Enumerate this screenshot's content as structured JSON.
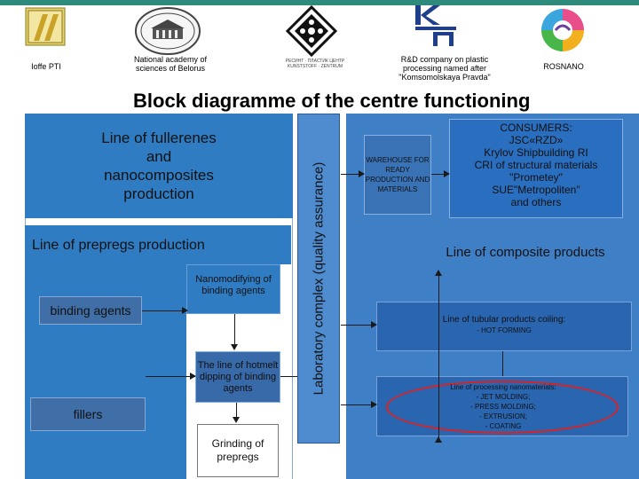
{
  "header": {
    "logos": [
      {
        "icon": "ioffe-logo-icon",
        "label": "Ioffe PTI"
      },
      {
        "icon": "academy-building-logo-icon",
        "label": "National academy of sciences of Belorus"
      },
      {
        "icon": "kunststoff-centrum-logo-icon",
        "label": "РЕСИНТ · ПЛАСТИК ЦЕНТР  KUNSTSTOFF · ZENTRUM"
      },
      {
        "icon": "komsomolskaya-pravda-logo-icon",
        "label": "R&D company on plastic processing named after \"Komsomolskaya Pravda\""
      },
      {
        "icon": "rosnano-logo-icon",
        "label": "ROSNANO"
      }
    ]
  },
  "title": "Block diagramme of the centre functioning",
  "left_panel": {
    "fullerenes": "Line of fullerenes and nanocomposites production",
    "prepregs": "Line of prepregs production",
    "binding_agents": "binding agents",
    "nanomodifying": "Nanomodifying of binding agents",
    "hotmelt": "The line of hotmelt dipping of binding agents",
    "fillers": "fillers",
    "grinding": "Grinding of prepregs"
  },
  "lab_complex": "Laboratory complex (quality assurance)",
  "right_panel": {
    "warehouse": "WAREHOUSE FOR READY PRODUCTION AND MATERIALS",
    "consumers_title": "CONSUMERS:",
    "consumers_lines": [
      "JSC«RZD»",
      "Krylov Shipbuilding RI",
      "CRI of structural materials \"Prometey\"",
      "SUE\"Metropoliten\"",
      "and others"
    ],
    "composite_products": "Line of composite products",
    "tubular": "Line of tubular products coiling:",
    "tubular_item": "- HOT FORMING",
    "nanomaterials": "Line of processing nanomaterials:",
    "nanomaterials_items": [
      "- JET MOLDING;",
      "- PRESS MOLDING;",
      "- EXTRUSION;",
      "- COATING"
    ]
  }
}
